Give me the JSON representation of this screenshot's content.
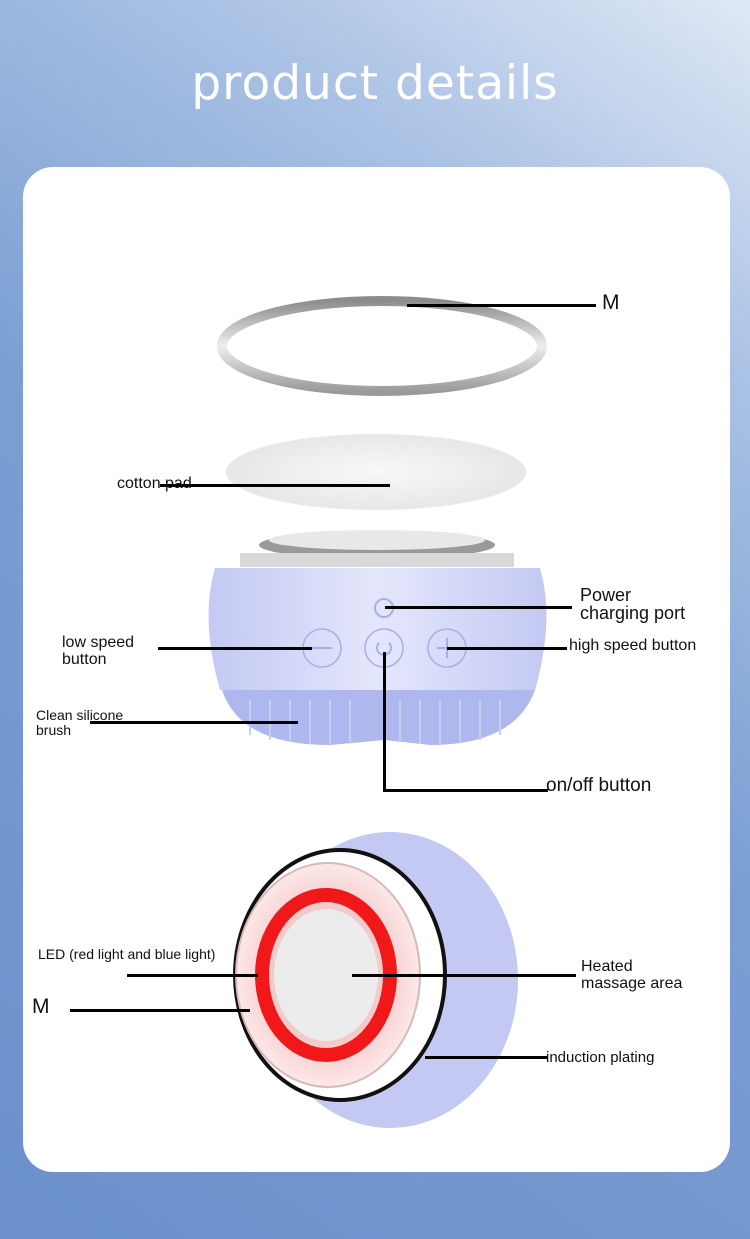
{
  "header": {
    "title": "product details"
  },
  "labels": {
    "ring_top": "M",
    "cotton_pad": "cotton pad",
    "power_port_1": "Power",
    "power_port_2": "charging port",
    "low_speed_1": "low speed",
    "low_speed_2": "button",
    "high_speed": "high speed button",
    "brush_1": "Clean silicone",
    "brush_2": "brush",
    "on_off": "on/off button",
    "led": "LED (red light and blue light)",
    "ring_bottom": "M",
    "heated_1": "Heated",
    "heated_2": "massage area",
    "induction": "induction plating"
  },
  "colors": {
    "device": "#c9cff5",
    "led_red": "#f01818",
    "bg": "#6b90ca"
  }
}
